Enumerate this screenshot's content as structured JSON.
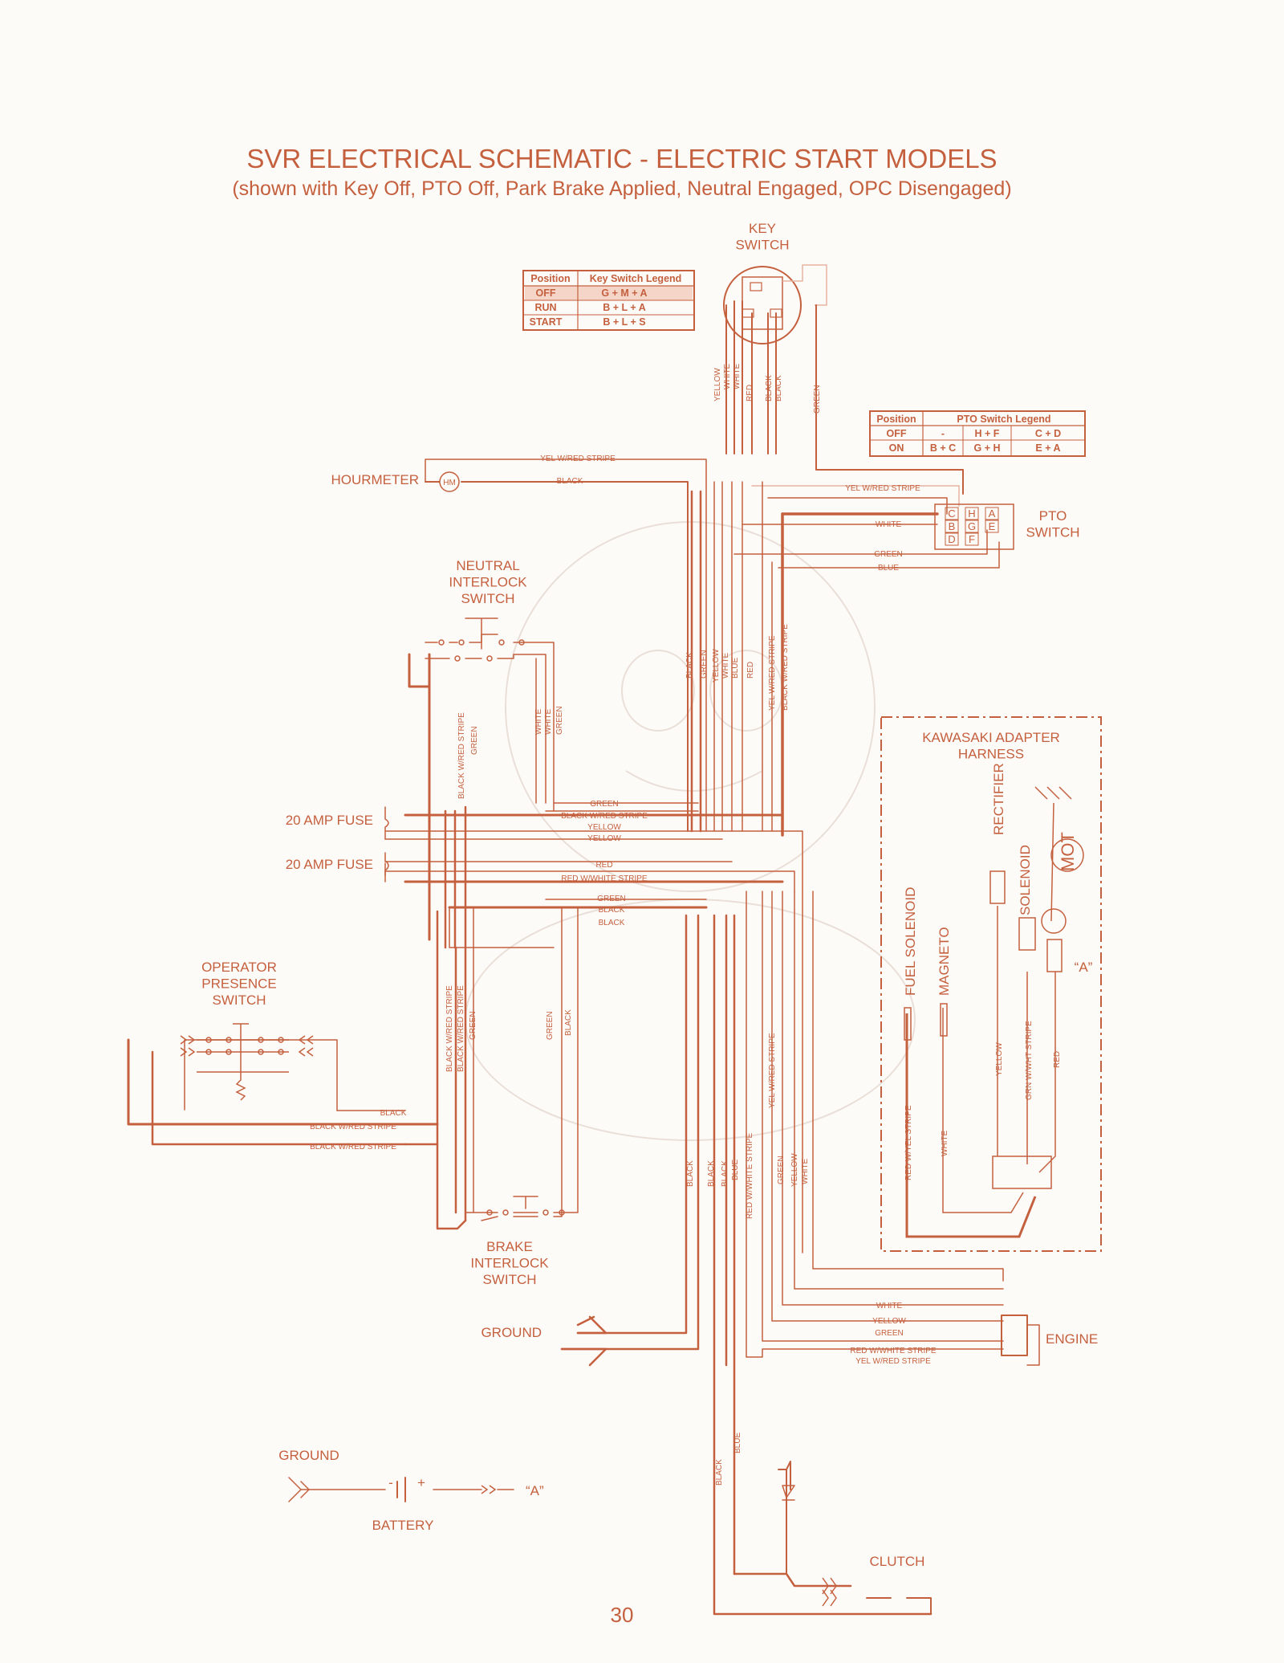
{
  "title": "SVR ELECTRICAL SCHEMATIC - ELECTRIC START MODELS",
  "subtitle": "(shown with Key Off, PTO Off, Park Brake Applied, Neutral Engaged, OPC Disengaged)",
  "page_number": "30",
  "colors": {
    "line": "#c4603e",
    "light_line": "#e6b3a0",
    "background": "#fdfbf8"
  },
  "components": {
    "key_switch": "KEY\nSWITCH",
    "hourmeter": "HOURMETER",
    "hourmeter_symbol": "HM",
    "pto_switch": "PTO\nSWITCH",
    "neutral_interlock": "NEUTRAL\nINTERLOCK\nSWITCH",
    "fuse_1": "20 AMP FUSE",
    "fuse_2": "20 AMP FUSE",
    "operator_presence": "OPERATOR\nPRESENCE\nSWITCH",
    "brake_interlock": "BRAKE\nINTERLOCK\nSWITCH",
    "ground_1": "GROUND",
    "ground_2": "GROUND",
    "battery": "BATTERY",
    "battery_plus": "+",
    "battery_minus": "-",
    "battery_ref": "“A”",
    "engine": "ENGINE",
    "clutch": "CLUTCH",
    "kawasaki_harness": "KAWASAKI ADAPTER\nHARNESS",
    "rectifier": "RECTIFIER",
    "solenoid": "SOLENOID",
    "motor": "MOT",
    "fuel_solenoid": "FUEL SOLENOID",
    "magneto": "MAGNETO",
    "ref_a": "“A”"
  },
  "key_switch_legend": {
    "headers": [
      "Position",
      "Key Switch Legend"
    ],
    "rows": [
      [
        "OFF",
        "G + M + A"
      ],
      [
        "RUN",
        "B + L + A"
      ],
      [
        "START",
        "B + L + S"
      ]
    ]
  },
  "pto_switch_legend": {
    "headers": [
      "Position",
      "PTO Switch Legend"
    ],
    "rows": [
      [
        "OFF",
        "-",
        "H + F",
        "C + D"
      ],
      [
        "ON",
        "B + C",
        "G + H",
        "E + A"
      ]
    ]
  },
  "pto_pins": [
    "C",
    "H",
    "A",
    "B",
    "G",
    "E",
    "D",
    "F"
  ],
  "wire_labels": {
    "key_vertical": [
      "YELLOW",
      "WHITE",
      "WHITE",
      "RED",
      "BLACK",
      "BLACK",
      "GREEN"
    ],
    "hour_yel": "YEL W/RED STRIPE",
    "hour_black": "BLACK",
    "pto_yel": "YEL W/RED STRIPE",
    "pto_white": "WHITE",
    "pto_green": "GREEN",
    "pto_blue": "BLUE",
    "mid_vertical": [
      "BLACK",
      "GREEN",
      "YELLOW",
      "WHITE",
      "BLUE",
      "RED",
      "YEL W/RED STRIPE",
      "BLACK W/RED STRIPE"
    ],
    "neutral_vertical": [
      "WHITE",
      "WHITE",
      "GREEN"
    ],
    "left_vertical_top": [
      "BLACK W/RED STRIPE",
      "GREEN"
    ],
    "bus_1": [
      "GREEN",
      "BLACK W/RED STRIPE",
      "YELLOW",
      "YELLOW"
    ],
    "bus_2": [
      "RED",
      "RED W/WHITE STRIPE"
    ],
    "bus_3": [
      "GREEN",
      "BLACK",
      "BLACK"
    ],
    "left_vertical_mid": [
      "BLACK W/RED STRIPE",
      "BLACK W/RED STRIPE",
      "GREEN"
    ],
    "center_vertical_mid": [
      "GREEN",
      "BLACK"
    ],
    "op_black": "BLACK",
    "op_blk_red_1": "BLACK W/RED STRIPE",
    "op_blk_red_2": "BLACK W/RED STRIPE",
    "yel_red_mid": "YEL W/RED STRIPE",
    "lower_vertical": [
      "BLACK",
      "BLACK",
      "BLACK",
      "BLUE",
      "RED W/WHITE STRIPE",
      "GREEN",
      "YELLOW",
      "WHITE"
    ],
    "engine_wires": [
      "WHITE",
      "YELLOW",
      "GREEN",
      "RED W/WHITE STRIPE",
      "YEL W/RED STRIPE"
    ],
    "clutch_vertical": [
      "BLACK",
      "BLUE"
    ],
    "kawa_wires": [
      "RED W/YEL STRIPE",
      "WHITE",
      "YELLOW",
      "GRN W/WHT STRIPE",
      "RED"
    ]
  }
}
